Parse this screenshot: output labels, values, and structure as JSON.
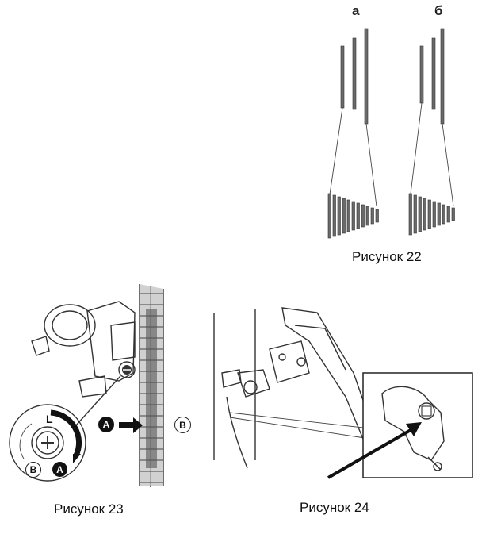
{
  "figure22": {
    "label_a": "а",
    "label_b": "б",
    "caption": "Рисунок 22"
  },
  "figure23": {
    "caption": "Рисунок 23",
    "marker_a": "A",
    "marker_b": "B",
    "marker_l": "L",
    "inset_a": "A",
    "inset_b": "B"
  },
  "figure24": {
    "caption": "Рисунок 24"
  },
  "colors": {
    "ink": "#222222",
    "bar": "#6a6a6a"
  },
  "icons": [
    "bicycle-front-derailleur-illustration",
    "limit-screw-icon",
    "arrow-icon"
  ]
}
